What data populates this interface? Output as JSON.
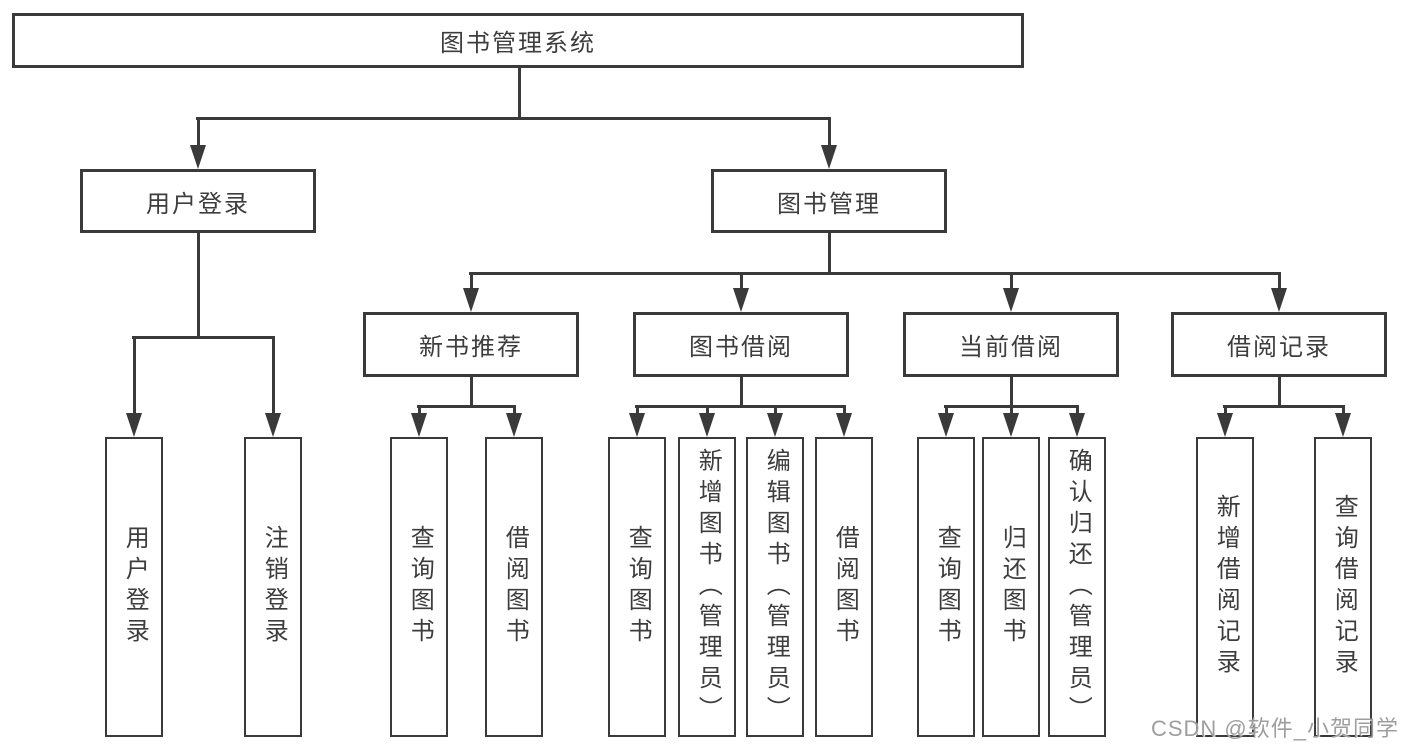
{
  "diagram": {
    "root": {
      "label": "图书管理系统"
    },
    "user_login": {
      "label": "用户登录",
      "children": [
        {
          "label": "用户登录"
        },
        {
          "label": "注销登录"
        }
      ]
    },
    "book_management": {
      "label": "图书管理",
      "sections": [
        {
          "label": "新书推荐",
          "children": [
            {
              "label": "查询图书"
            },
            {
              "label": "借阅图书"
            }
          ]
        },
        {
          "label": "图书借阅",
          "children": [
            {
              "label": "查询图书"
            },
            {
              "label": "新增图书（管理员）"
            },
            {
              "label": "编辑图书（管理员）"
            },
            {
              "label": "借阅图书"
            }
          ]
        },
        {
          "label": "当前借阅",
          "children": [
            {
              "label": "查询图书"
            },
            {
              "label": "归还图书"
            },
            {
              "label": "确认归还（管理员）"
            }
          ]
        },
        {
          "label": "借阅记录",
          "children": [
            {
              "label": "新增借阅记录"
            },
            {
              "label": "查询借阅记录"
            }
          ]
        }
      ]
    }
  },
  "watermark": {
    "text": "CSDN @软件_小贺同学"
  },
  "colors": {
    "line": "#3a3a3a",
    "text": "#3d3d3d",
    "background": "#ffffff",
    "watermark": "#9e9e9e"
  }
}
